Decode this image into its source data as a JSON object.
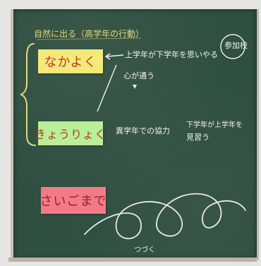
{
  "board": {
    "heading": "自然に出る（高学年の行動）",
    "stamp": "参加校",
    "cards": [
      {
        "label": "なかよく"
      },
      {
        "label": "きょうりょく"
      },
      {
        "label": "さいごまで"
      }
    ],
    "notes": {
      "note1": "上学年が下学年を思いやる",
      "note2": "心が通う",
      "note3": "異学年での協力",
      "note4_line1": "下学年が上学年を",
      "note4_line2": "見習う",
      "bottom": "つづく"
    }
  },
  "colors": {
    "board": "#2f4f40",
    "chalk_white": "#f2f2ea",
    "chalk_yellow": "#e5d87a",
    "card_yellow": "#f3ea7a",
    "card_green": "#b9ef96",
    "card_pink": "#f47a8a"
  }
}
